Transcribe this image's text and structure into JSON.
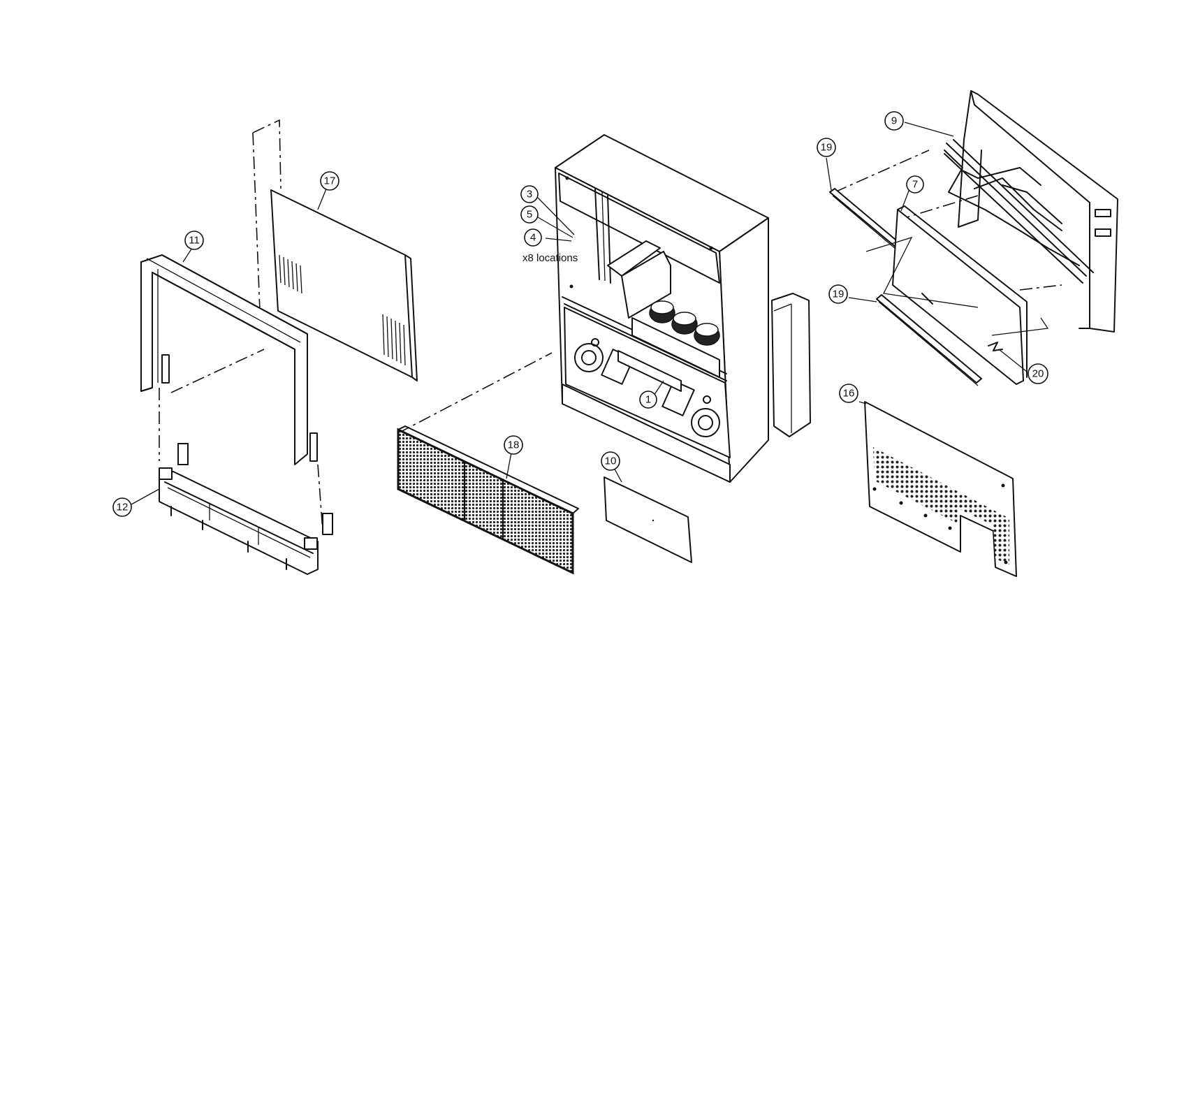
{
  "diagram": {
    "callouts": [
      "17",
      "11",
      "12",
      "18",
      "10",
      "3",
      "5",
      "4",
      "1",
      "9",
      "19",
      "7",
      "19",
      "20",
      "16"
    ],
    "note": "x8 locations"
  }
}
